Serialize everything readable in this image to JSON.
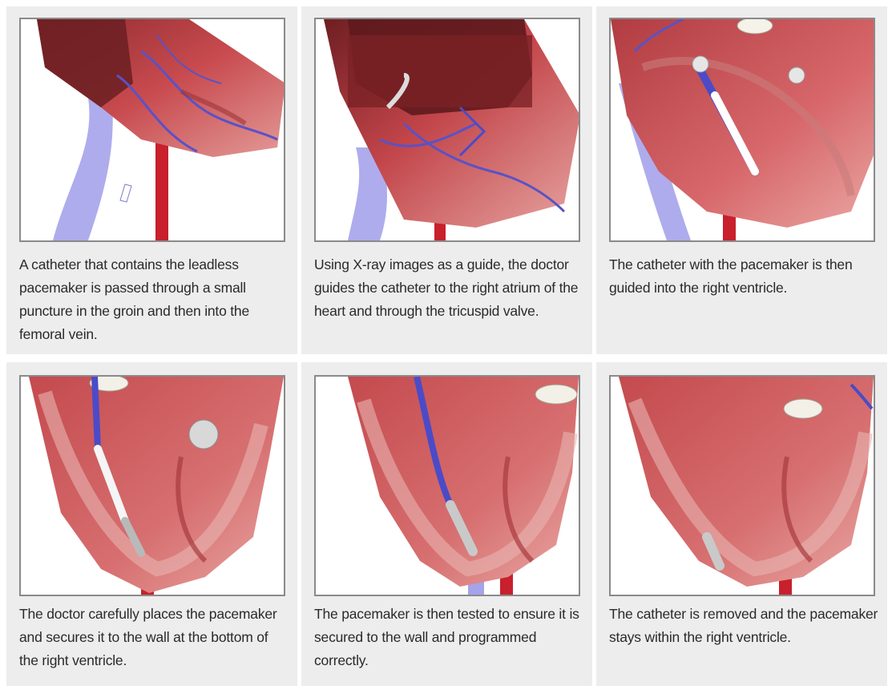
{
  "steps": [
    {
      "caption": "A catheter that contains the leadless pacemaker is passed through a small puncture in the groin and then into the femoral vein."
    },
    {
      "caption": "Using X-ray images as a guide, the doctor guides the catheter to the right atrium of the heart and through the tricuspid valve."
    },
    {
      "caption": "The catheter with the pacemaker is then guided into the right ventricle."
    },
    {
      "caption": "The doctor carefully places the pacemaker and secures it to the wall at the bottom of the right ventricle."
    },
    {
      "caption": "The pacemaker is then tested to ensure it is secured to the wall and programmed correctly."
    },
    {
      "caption": "The catheter is removed and the pacemaker stays within the right ventricle."
    }
  ],
  "colors": {
    "panel_background": "#ededed",
    "heart_muscle": "#c8484c",
    "heart_dark": "#7a2226",
    "heart_light": "#e7a29f",
    "vein": "#9d9ce6",
    "artery": "#c8202c",
    "catheter": "#4b4bc8",
    "pacemaker": "#c9c9c9"
  }
}
